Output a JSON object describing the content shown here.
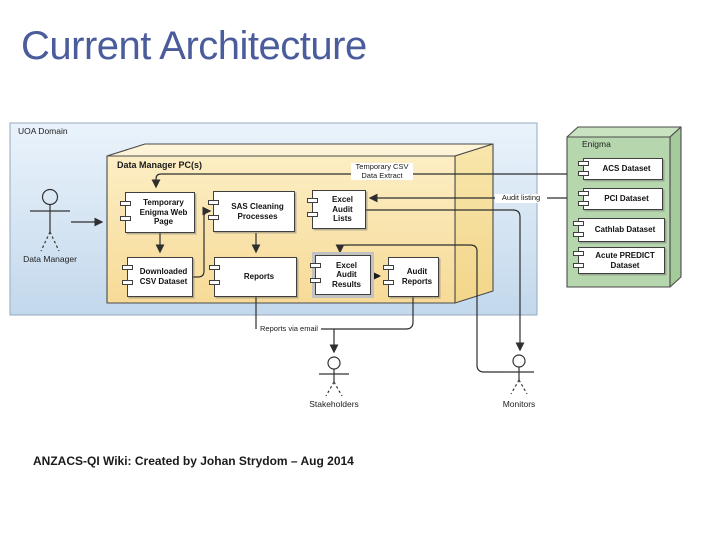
{
  "slide": {
    "title": "Current Architecture",
    "footer": "ANZACS-QI Wiki: Created by Johan Strydom – Aug 2014"
  },
  "diagram": {
    "domain_label": "UOA Domain",
    "pc_node_label": "Data Manager PC(s)",
    "enigma_node_label": "Enigma",
    "components": {
      "temp_web": "Temporary Enigma Web Page",
      "sas": "SAS Cleaning Processes",
      "excel_lists": "Excel Audit Lists",
      "downloaded_csv": "Downloaded CSV Dataset",
      "reports": "Reports",
      "excel_results": "Excel Audit Results",
      "audit_reports": "Audit Reports",
      "acs": "ACS Dataset",
      "pci": "PCI Dataset",
      "cathlab": "Cathlab Dataset",
      "acute_predict": "Acute PREDICT Dataset"
    },
    "actors": {
      "data_manager": "Data Manager",
      "stakeholders": "Stakeholders",
      "monitors": "Monitors"
    },
    "connectors": {
      "temp_csv_extract": "Temporary CSV Data Extract",
      "audit_listing": "Audit listing",
      "reports_via_email": "Reports via email"
    },
    "colors": {
      "title_text": "#4a5c9b",
      "domain_fill_top": "#e9f2fb",
      "domain_fill_bottom": "#c7daee",
      "pc_node_fill": "#fae7af",
      "enigma_node_fill": "#b6d7ae",
      "line": "#2e2e2e"
    }
  }
}
